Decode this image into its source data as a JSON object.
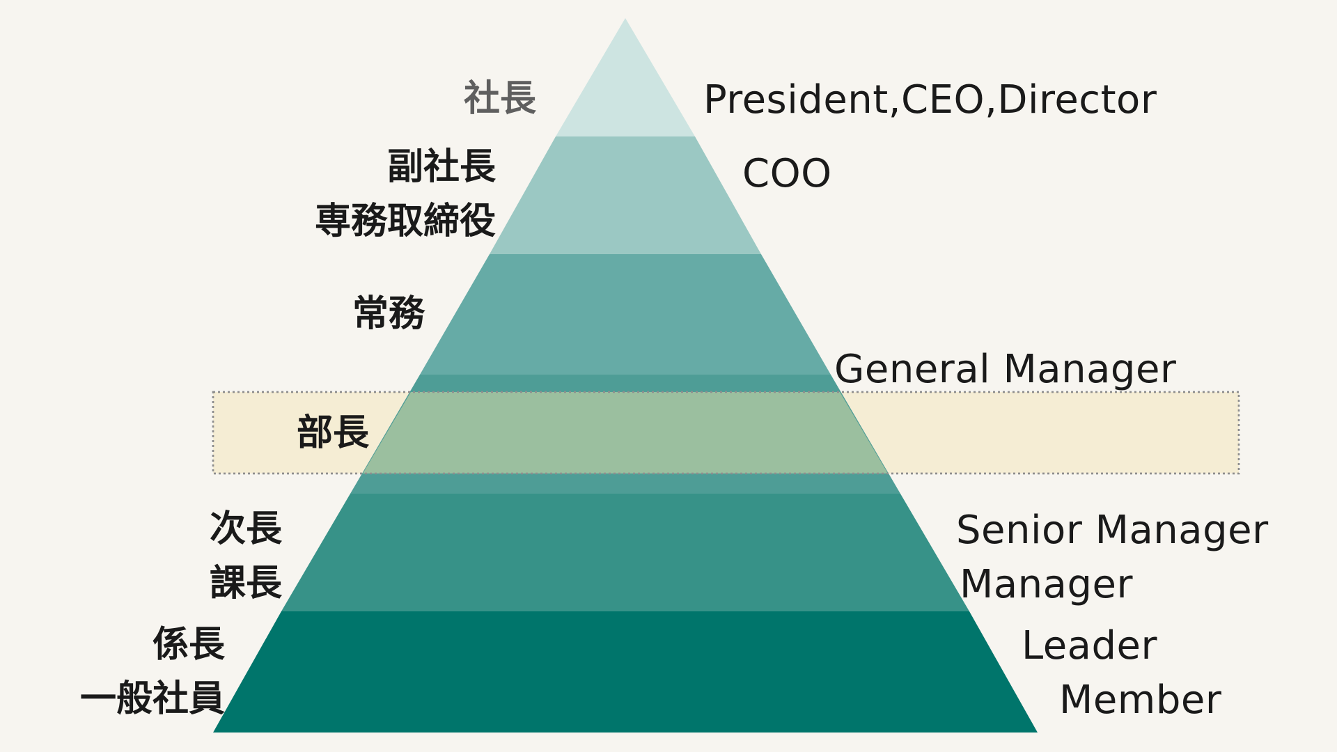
{
  "diagram": {
    "levels": [
      {
        "jp": [
          "社長"
        ],
        "en": [
          "President,CEO,Director"
        ],
        "color": "#cde4e1"
      },
      {
        "jp": [
          "副社長",
          "専務取締役"
        ],
        "en": [
          "COO"
        ],
        "color": "#9bc8c3"
      },
      {
        "jp": [
          "常務"
        ],
        "en": [],
        "color": "#66aba6"
      },
      {
        "jp": [
          "部長"
        ],
        "en": [
          "General  Manager"
        ],
        "color": "#4e9d96",
        "highlighted": true
      },
      {
        "jp": [
          "次長",
          "課長"
        ],
        "en": [
          "Senior Manager",
          "Manager"
        ],
        "color": "#379288"
      },
      {
        "jp": [
          "係長",
          "一般社員"
        ],
        "en": [
          "Leader",
          "Member"
        ],
        "color": "#00756b"
      }
    ],
    "highlight_band_color": "#f5edd4",
    "highlight_overlap_color": "#9bbf9f"
  }
}
